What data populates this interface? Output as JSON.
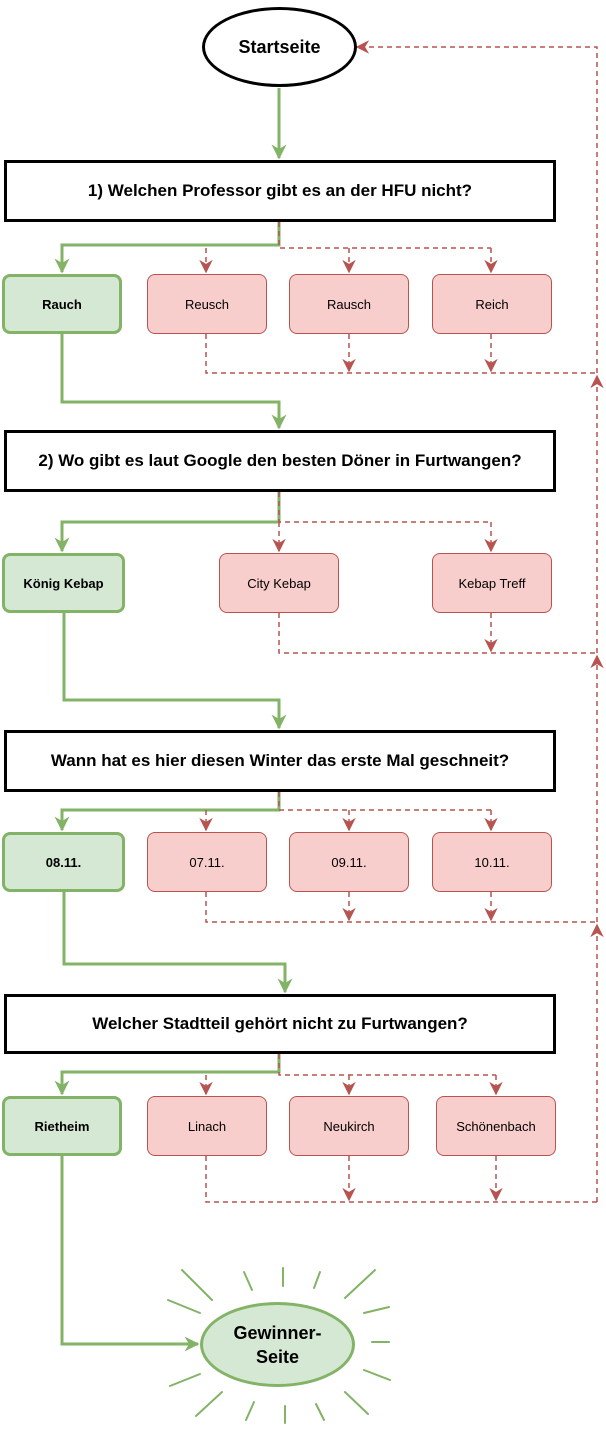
{
  "start": {
    "label": "Startseite"
  },
  "questions": [
    {
      "label": "1) Welchen Professor gibt es an der HFU nicht?",
      "correct": "Rauch",
      "wrong": [
        "Reusch",
        "Rausch",
        "Reich"
      ]
    },
    {
      "label": "2) Wo gibt es laut Google den besten Döner in Furtwangen?",
      "correct": "König Kebap",
      "wrong": [
        "City Kebap",
        "Kebap Treff"
      ]
    },
    {
      "label": "Wann hat es hier diesen Winter das erste Mal geschneit?",
      "correct": "08.11.",
      "wrong": [
        "07.11.",
        "09.11.",
        "10.11."
      ]
    },
    {
      "label": "Welcher Stadtteil gehört nicht zu Furtwangen?",
      "correct": "Rietheim",
      "wrong": [
        "Linach",
        "Neukirch",
        "Schönenbach"
      ]
    }
  ],
  "winner": {
    "line1": "Gewinner-",
    "line2": "Seite"
  },
  "colors": {
    "correct_fill": "#d5e8d4",
    "correct_stroke": "#82b366",
    "wrong_fill": "#f8cecc",
    "wrong_stroke": "#b85450",
    "line_correct": "#82b366",
    "line_wrong": "#b85450"
  }
}
